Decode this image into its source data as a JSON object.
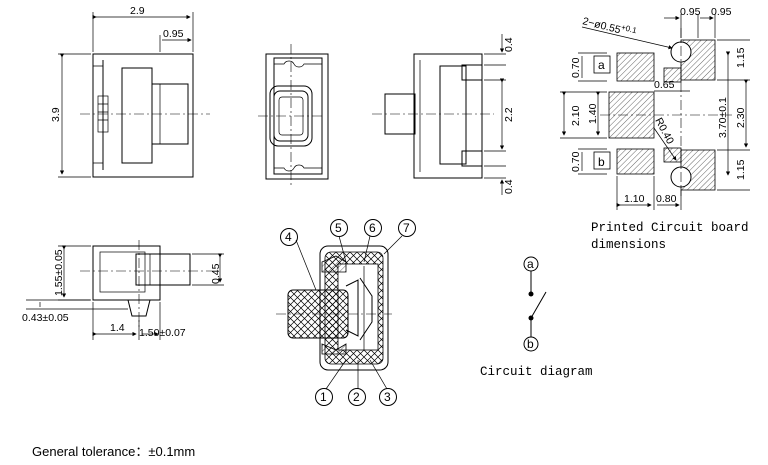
{
  "dims": {
    "top_width": "2.9",
    "top_095": "0.95",
    "left_height": "3.9",
    "mid_04_top": "0.4",
    "mid_22": "2.2",
    "mid_04_bottom": "0.4",
    "side_155": "1.55±0.05",
    "side_045": "0.45",
    "side_043": "0.43±0.05",
    "side_14": "1.4",
    "side_150": "1.50±0.07"
  },
  "pcb": {
    "holes": "2−ø0.55",
    "holes_sup": "+0.1",
    "holes_sub": "0",
    "top_095a": "0.95",
    "top_095b": "0.95",
    "d_065": "0.65",
    "r040": "R0.40",
    "l_070_top": "0.70",
    "l_210": "2.10",
    "l_140": "1.40",
    "l_070_bottom": "0.70",
    "r_370": "3.70±0.1",
    "r_115_top": "1.15",
    "r_230": "2.30",
    "r_115_bottom": "1.15",
    "b_110": "1.10",
    "b_080": "0.80",
    "pad_a": "a",
    "pad_b": "b",
    "caption_line1": "Printed Circuit board",
    "caption_line2": "dimensions"
  },
  "section": {
    "callouts": [
      "1",
      "2",
      "3",
      "4",
      "5",
      "6",
      "7"
    ]
  },
  "circuit": {
    "node_a": "a",
    "node_b": "b",
    "caption": "Circuit diagram"
  },
  "note": "General tolerance：±0.1mm"
}
